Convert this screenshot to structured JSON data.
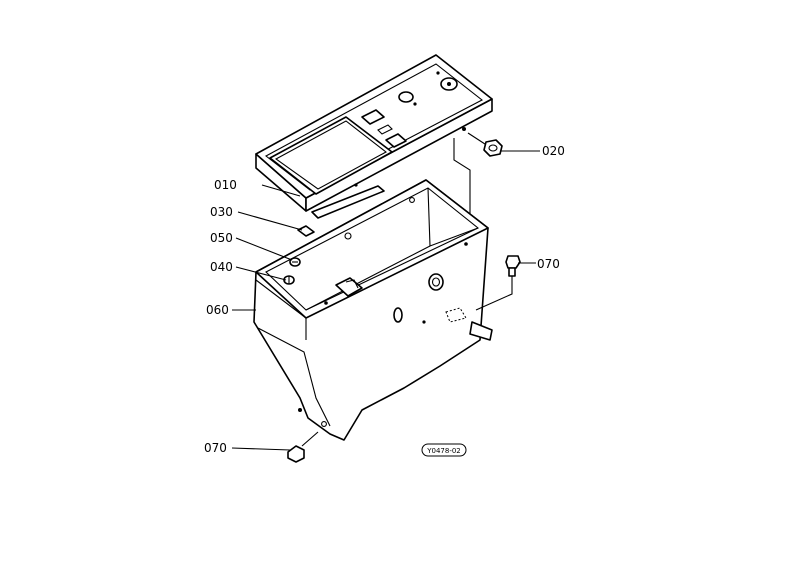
{
  "callouts": [
    {
      "id": "010",
      "label": "010"
    },
    {
      "id": "020",
      "label": "020"
    },
    {
      "id": "030",
      "label": "030"
    },
    {
      "id": "050",
      "label": "050"
    },
    {
      "id": "040",
      "label": "040"
    },
    {
      "id": "060",
      "label": "060"
    },
    {
      "id": "070a",
      "label": "070"
    },
    {
      "id": "070b",
      "label": "070"
    }
  ],
  "reference_code": "Y0478-02"
}
